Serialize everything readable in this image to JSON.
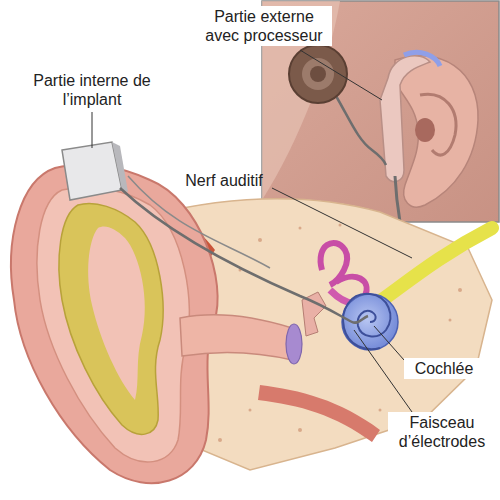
{
  "diagram": {
    "labels": [
      "Partie externe avec processeur",
      "Partie interne de l’implant",
      "Nerf auditif",
      "Cochlée",
      "Faisceau d’électrodes"
    ]
  }
}
